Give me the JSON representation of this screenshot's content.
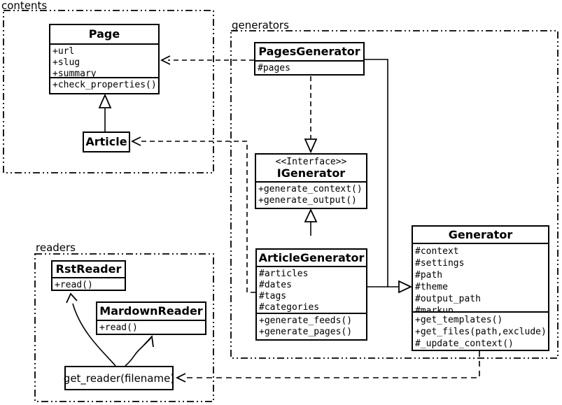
{
  "diagram_type": "uml-class-diagram",
  "colors": {
    "line": "#000000",
    "background": "#ffffff",
    "text": "#000000"
  },
  "packages": {
    "contents": {
      "label": "contents"
    },
    "generators": {
      "label": "generators"
    },
    "readers": {
      "label": "readers"
    }
  },
  "classes": {
    "page": {
      "title": "Page",
      "attributes": [
        "+url",
        "+slug",
        "+summary"
      ],
      "methods": [
        "+check_properties()"
      ]
    },
    "article": {
      "title": "Article"
    },
    "pages_generator": {
      "title": "PagesGenerator",
      "attributes": [
        "#pages"
      ]
    },
    "igenerator": {
      "stereotype": "<<Interface>>",
      "title": "IGenerator",
      "methods": [
        "+generate_context()",
        "+generate_output()"
      ]
    },
    "article_generator": {
      "title": "ArticleGenerator",
      "attributes": [
        "#articles",
        "#dates",
        "#tags",
        "#categories"
      ],
      "methods": [
        "+generate_feeds()",
        "+generate_pages()"
      ]
    },
    "generator": {
      "title": "Generator",
      "attributes": [
        "#context",
        "#settings",
        "#path",
        "#theme",
        "#output_path",
        "#markup"
      ],
      "methods": [
        "+get_templates()",
        "+get_files(path,exclude)",
        "#_update_context()"
      ]
    },
    "rst_reader": {
      "title": "RstReader",
      "methods": [
        "+read()"
      ]
    },
    "mardown_reader": {
      "title": "MardownReader",
      "methods": [
        "+read()"
      ]
    },
    "get_reader": {
      "title": "get_reader(filename)"
    }
  }
}
